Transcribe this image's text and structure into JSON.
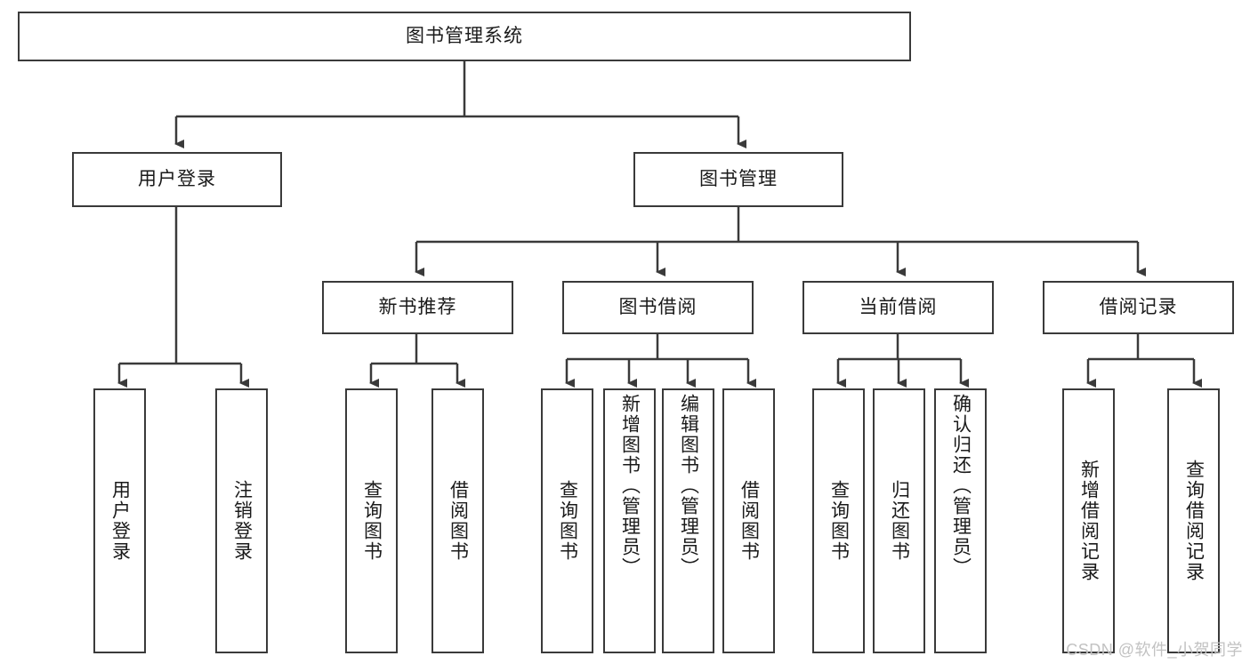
{
  "diagram": {
    "type": "tree",
    "title": "图书管理系统",
    "root": {
      "label": "图书管理系统"
    },
    "level2": [
      {
        "label": "用户登录"
      },
      {
        "label": "图书管理"
      }
    ],
    "level3": [
      {
        "label": "新书推荐"
      },
      {
        "label": "图书借阅"
      },
      {
        "label": "当前借阅"
      },
      {
        "label": "借阅记录"
      }
    ],
    "leaves": {
      "user_login": [
        {
          "label": "用户登录"
        },
        {
          "label": "注销登录"
        }
      ],
      "new_book": [
        {
          "label": "查询图书"
        },
        {
          "label": "借阅图书"
        }
      ],
      "book_borrow": [
        {
          "label": "查询图书"
        },
        {
          "label": "新增图书（管理员）"
        },
        {
          "label": "编辑图书（管理员）"
        },
        {
          "label": "借阅图书"
        }
      ],
      "current_borrow": [
        {
          "label": "查询图书"
        },
        {
          "label": "归还图书"
        },
        {
          "label": "确认归还（管理员）"
        }
      ],
      "borrow_record": [
        {
          "label": "新增借阅记录"
        },
        {
          "label": "查询借阅记录"
        }
      ]
    }
  },
  "watermark": {
    "text": "CSDN @软件_小贺同学"
  },
  "colors": {
    "box_border": "#3a3a3a",
    "background": "#ffffff",
    "text": "#1a1a1a",
    "watermark": "#c2c2c2"
  }
}
